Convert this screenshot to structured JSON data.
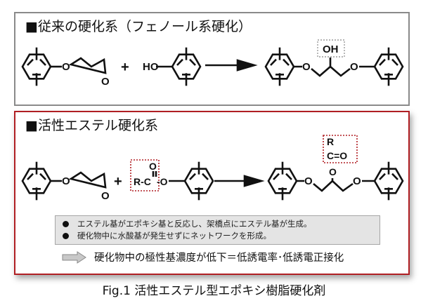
{
  "conventional": {
    "title": "■従来の硬化系（フェノール系硬化）",
    "labels": {
      "o1": "O",
      "epoxy_o": "O",
      "plus": "+",
      "ho": "HO",
      "o_left": "O",
      "oh": "OH",
      "o_right": "O"
    }
  },
  "active_ester": {
    "title": "■活性エステル硬化系",
    "labels": {
      "o1": "O",
      "epoxy_o": "O",
      "plus": "+",
      "r": "R-C",
      "carbonyl_o": "O",
      "ester_o": "-O",
      "o_left": "O",
      "o_mid": "O",
      "r2": "R",
      "c_eq_o": "C=O",
      "o_right": "O"
    },
    "notes": [
      "エステル基がエポキシ基と反応し、架橋点にエステル基が生成。",
      "硬化物中に水酸基が発生せずにネットワークを形成。"
    ],
    "conclusion": "硬化物中の極性基濃度が低下＝低誘電率･低誘電正接化"
  },
  "caption": "Fig.1 活性エステル型エポキシ樹脂硬化剤",
  "colors": {
    "highlight_red": "#b01e23",
    "gray_border": "#8a8a8a"
  }
}
